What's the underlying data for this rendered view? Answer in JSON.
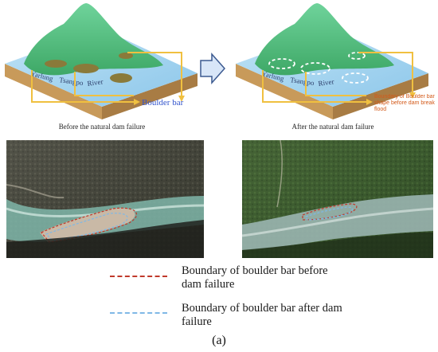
{
  "diagrams": {
    "before": {
      "label_river_1": "Yarlung",
      "label_river_2": "Tsangpo",
      "label_river_3": "River",
      "label_bar": "Boulder bar",
      "caption": "Before the natural dam failure"
    },
    "after": {
      "label_river_1": "Yarlung",
      "label_river_2": "Tsangpo",
      "label_river_3": "River",
      "label_bar": "Boundary of Boulder bar shape before dam break flood",
      "caption": "After the natural dam failure"
    }
  },
  "legend": {
    "items": [
      {
        "text": "Boundary of boulder bar before dam failure",
        "color": "#c0392b"
      },
      {
        "text": "Boundary of boulder bar after dam failure",
        "color": "#7fb8e6"
      }
    ]
  },
  "panel_label": "(a)",
  "colors": {
    "mountain": "#5fbf7a",
    "water": "#9fd0ee",
    "bar": "#8a7a3a",
    "arrow": "#f0c040",
    "soil": "#c8a96a"
  }
}
